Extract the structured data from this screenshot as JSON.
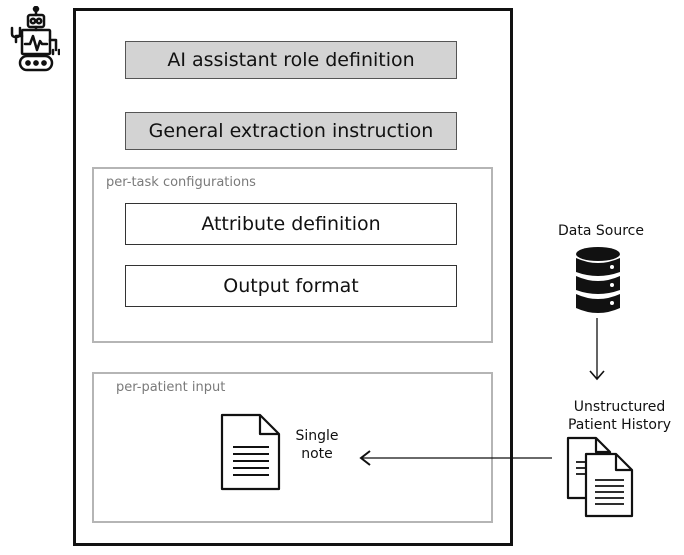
{
  "prompt": {
    "role_box": "AI assistant role definition",
    "instruction_box": "General extraction instruction",
    "per_task": {
      "label": "per-task configurations",
      "attribute_box": "Attribute definition",
      "output_box": "Output format"
    },
    "per_patient": {
      "label": "per-patient input",
      "note_line1": "Single",
      "note_line2": "note"
    }
  },
  "data_source": {
    "label": "Data Source",
    "history_line1": "Unstructured",
    "history_line2": "Patient History"
  },
  "icons": {
    "robot": "robot-icon",
    "database": "database-icon",
    "single_note": "document-icon",
    "history_docs": "documents-icon"
  }
}
